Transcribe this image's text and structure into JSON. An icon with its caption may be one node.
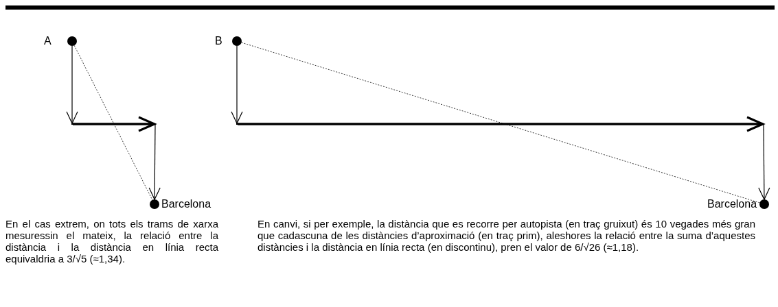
{
  "diagram": {
    "nodes": [
      {
        "text": [],
        "shape": "circle",
        "beside": [
          "A"
        ]
      },
      {
        "text": [],
        "shape": "circle",
        "beside": [
          "Barcelona"
        ]
      },
      {
        "text": [],
        "shape": "circle",
        "beside": [
          "B"
        ]
      },
      {
        "text": [],
        "shape": "circle",
        "beside": [
          "Barcelona"
        ]
      },
      {
        "text": [],
        "shape": "point"
      },
      {
        "text": [],
        "shape": "point"
      },
      {
        "text": [],
        "shape": "point"
      },
      {
        "text": [],
        "shape": "point"
      }
    ],
    "edges": [
      {
        "from": 0,
        "to": 4,
        "arrow": "to"
      },
      {
        "from": 4,
        "to": 5,
        "arrow": "to",
        "style": "thick"
      },
      {
        "from": 5,
        "to": 1,
        "arrow": "to"
      },
      {
        "from": 0,
        "to": 1,
        "arrow": "none",
        "style": "dashed"
      },
      {
        "from": 2,
        "to": 6,
        "arrow": "to"
      },
      {
        "from": 6,
        "to": 7,
        "arrow": "to",
        "style": "thick"
      },
      {
        "from": 7,
        "to": 3,
        "arrow": "to"
      },
      {
        "from": 2,
        "to": 3,
        "arrow": "none",
        "style": "dashed"
      }
    ],
    "labels": [
      "En el cas extrem, on tots els trams de xarxa mesuressin el mateix, la relació entre la distància i la distància en línia recta equivaldria a 3/√5 (≈1,34).",
      "En canvi, si per exemple, la distància que es recorre per autopista (en traç gruixut) és 10 vegades més gran que cadascuna de les distàncies d’aproximació (en traç prim), aleshores la relació entre la suma d’aquestes distàncies i la distància en línia recta (en discontinu), pren el valor de 6/√26 (≈1,18)."
    ]
  }
}
